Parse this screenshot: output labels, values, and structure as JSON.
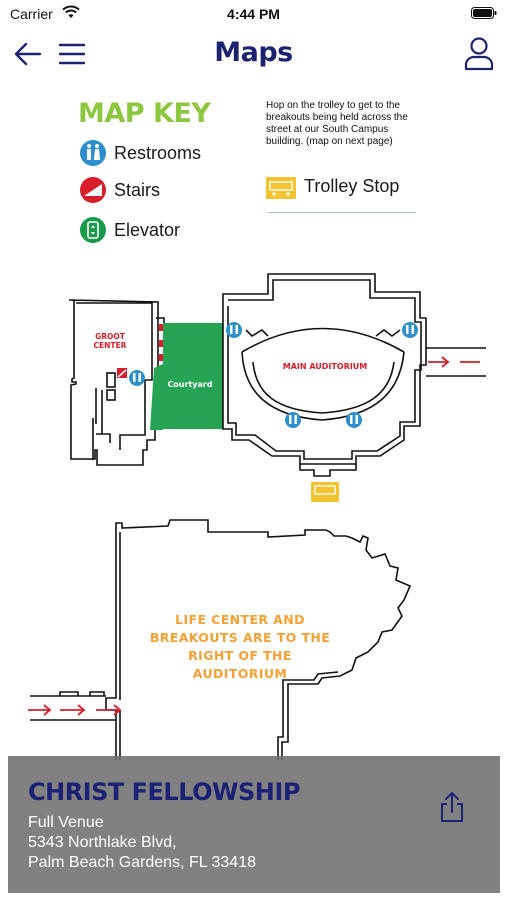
{
  "status_bar": {
    "carrier": "Carrier",
    "time": "4:44 PM"
  },
  "nav": {
    "title": "Maps"
  },
  "map_key": {
    "title": "MAP KEY",
    "items": [
      {
        "label": "Restrooms",
        "icon": "restroom-icon",
        "color": "#2e8fce"
      },
      {
        "label": "Stairs",
        "icon": "stairs-icon",
        "color": "#d81e2a"
      },
      {
        "label": "Elevator",
        "icon": "elevator-icon",
        "color": "#1a9a4c"
      }
    ],
    "trolley_note": "Hop on the trolley to get to the breakouts being held across the street at our South Campus building. (map on next page)",
    "trolley_label": "Trolley Stop",
    "trolley_color": "#f4c430"
  },
  "map_labels": {
    "groot": "GROOT CENTER",
    "courtyard": "Courtyard",
    "main_auditorium": "MAIN AUDITORIUM",
    "life_center": "LIFE CENTER AND BREAKOUTS ARE TO THE RIGHT OF THE AUDITORIUM"
  },
  "colors": {
    "accent": "#1c2471",
    "courtyard": "#27a354",
    "arrow": "#d81e2a",
    "key_title": "#8dc63f"
  },
  "venue": {
    "name": "CHRIST FELLOWSHIP",
    "subtitle": "Full Venue",
    "address_line1": "5343 Northlake Blvd,",
    "address_line2": "Palm Beach Gardens, FL 33418"
  }
}
